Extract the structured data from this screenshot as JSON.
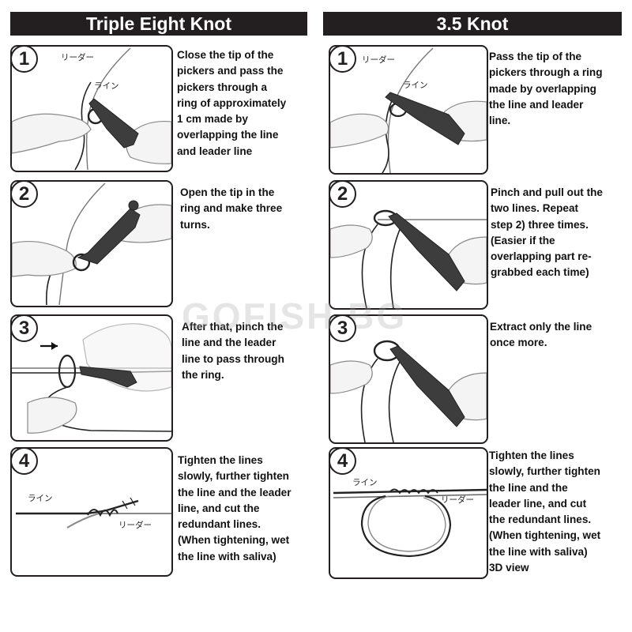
{
  "headers": {
    "left": "Triple Eight Knot",
    "right": "3.5 Knot"
  },
  "watermark": "GOFISH.BG",
  "labels": {
    "leader": "リーダー",
    "line": "ライン"
  },
  "left_steps": [
    {
      "number": "1",
      "text": "Close the tip of the\npickers and pass the\npickers through a\nring of approximately\n1 cm made by\noverlapping the line\nand leader line"
    },
    {
      "number": "2",
      "text": " Open the tip in the\nring and make three\nturns."
    },
    {
      "number": "3",
      "text": "After that, pinch the\nline and the leader\nline to pass through\nthe ring."
    },
    {
      "number": "4",
      "text": "Tighten the lines\nslowly, further tighten\nthe line and the leader\nline, and cut the\nredundant lines.\n(When tightening, wet\nthe line with saliva)"
    }
  ],
  "right_steps": [
    {
      "number": "1",
      "text": " Pass the tip of the\npickers through a ring\nmade by overlapping\nthe line and leader\nline."
    },
    {
      "number": "2",
      "text": "Pinch and pull out the\ntwo lines. Repeat\nstep 2) three times.\n(Easier if the\noverlapping part re-\ngrabbed each time)"
    },
    {
      "number": "3",
      "text": "Extract only the line\nonce more."
    },
    {
      "number": "4",
      "text": " Tighten the lines\nslowly, further tighten\nthe line and the\nleader line, and cut\nthe redundant lines.\n(When tightening, wet\nthe line with saliva)\n3D view"
    }
  ]
}
